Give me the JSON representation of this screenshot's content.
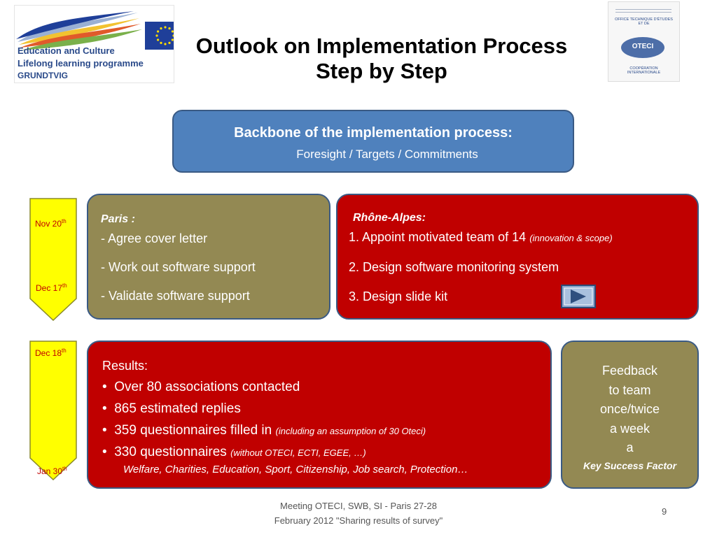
{
  "logos": {
    "left_line1": "Education and Culture",
    "left_line2": "Lifelong learning programme",
    "left_line3": "GRUNDTVIG",
    "right_top": "OFFICE TECHNIQUE D'ÉTUDES ET DE",
    "right_oval": "OTECI",
    "right_bottom": "COOPÉRATION INTERNATIONALE"
  },
  "title": {
    "line1": "Outlook on Implementation Process",
    "line2": "Step by Step"
  },
  "backbone": {
    "heading": "Backbone of the implementation process:",
    "subtext": "Foresight / Targets / Commitments"
  },
  "timeline": {
    "phase1_start": "Nov 20",
    "phase1_start_sup": "th",
    "phase1_end": "Dec 17",
    "phase1_end_sup": "th",
    "phase2_start": "Dec 18",
    "phase2_start_sup": "th",
    "phase2_end": "Jan 30",
    "phase2_end_sup": "th"
  },
  "paris": {
    "heading": "Paris :",
    "items": [
      "- Agree cover letter",
      "- Work out software support",
      "- Validate software support"
    ]
  },
  "rhone": {
    "heading": "Rhône-Alpes:",
    "items": [
      {
        "num": "1.",
        "text": "Appoint motivated team of 14",
        "note": "(innovation & scope)"
      },
      {
        "num": "2.",
        "text": "Design software monitoring system",
        "note": ""
      },
      {
        "num": "3.",
        "text": "Design slide kit",
        "note": ""
      }
    ]
  },
  "results": {
    "heading": "Results:",
    "bullets": [
      {
        "text": "Over 80 associations contacted",
        "note": ""
      },
      {
        "text": "865 estimated replies",
        "note": ""
      },
      {
        "text": "359 questionnaires filled in",
        "note": "(including an assumption of 30 Oteci)"
      },
      {
        "text": "330 questionnaires",
        "note": "(without OTECI, ECTI, EGEE, …)"
      }
    ],
    "footnote": "Welfare, Charities, Education, Sport, Citizenship, Job search, Protection…"
  },
  "feedback": {
    "lines": [
      "Feedback",
      "to team",
      "once/twice",
      "a week",
      "a"
    ],
    "emphasis": "Key Success Factor"
  },
  "footer": {
    "line1": "Meeting OTECI, SWB, SI  - Paris 27-28",
    "line2": "February 2012  \"Sharing results of survey\"",
    "page_number": "9"
  },
  "colors": {
    "blue_box": "#4f81bd",
    "olive_box": "#938953",
    "red_box": "#c00000",
    "arrow_fill": "#ffff00",
    "date_text": "#c00000"
  },
  "icons": {
    "play_button": "play-icon"
  }
}
